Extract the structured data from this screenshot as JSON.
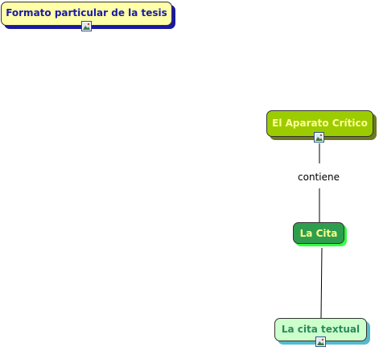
{
  "nodes": {
    "formato": {
      "label": "Formato particular de la tesis"
    },
    "aparato": {
      "label": "El Aparato Crítico"
    },
    "cita": {
      "label": "La Cita"
    },
    "textual": {
      "label": "La cita textual"
    }
  },
  "links": {
    "aparato_cita": {
      "label": "contiene"
    }
  },
  "icons": {
    "attachment": "image-attachment-icon"
  },
  "colors": {
    "formato_fill": "#ffffa8",
    "aparato_fill": "#9ccc00",
    "cita_fill": "#2e9e4e",
    "textual_fill": "#ccffcc"
  }
}
